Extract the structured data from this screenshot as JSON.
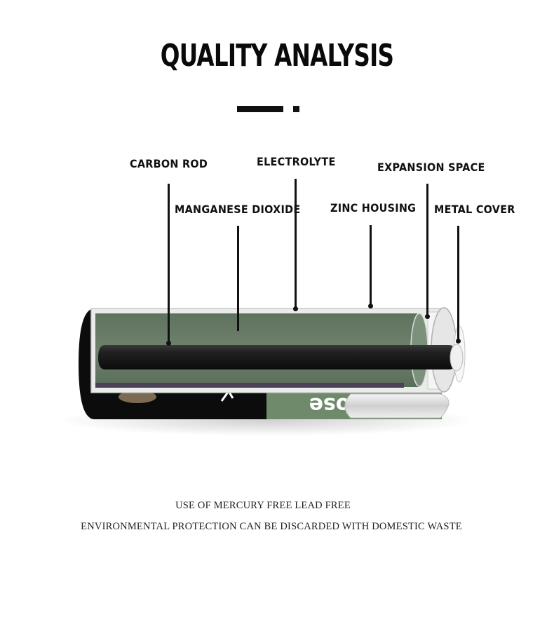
{
  "title": "QUALITY ANALYSIS",
  "labels": {
    "carbon_rod": "CARBON ROD",
    "electrolyte": "ELECTROLYTE",
    "expansion_space": "EXPANSION SPACE",
    "manganese_dioxide": "MANGANESE DIOXIDE",
    "zinc_housing": "ZINC HOUSING",
    "metal_cover": "METAL COVER"
  },
  "battery_print": "ose",
  "notes": {
    "line1": "USE OF MERCURY FREE LEAD FREE",
    "line2": "ENVIRONMENTAL PROTECTION CAN BE DISCARDED WITH DOMESTIC WASTE"
  },
  "colors": {
    "ink": "#111111",
    "mno2_fill": "#687b68",
    "label_green": "#6e8a6a",
    "rod": "#1a1a1a",
    "casing": "#0c0c0c"
  }
}
